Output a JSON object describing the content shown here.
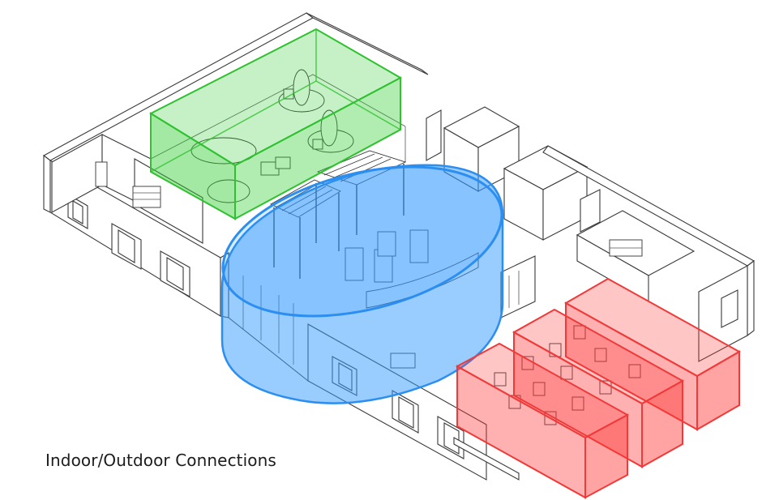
{
  "caption": "Indoor/Outdoor Connections",
  "zones": [
    {
      "id": "green",
      "color": "#33cc33"
    },
    {
      "id": "blue",
      "color": "#3399ff"
    },
    {
      "id": "red",
      "color": "#ff3333"
    }
  ]
}
